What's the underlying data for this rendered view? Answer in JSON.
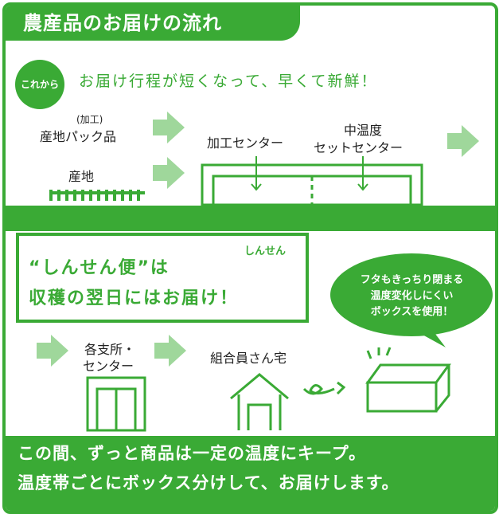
{
  "title": "農産品のお届けの流れ",
  "intro": {
    "badge": "これから",
    "text": "お届け行程が短くなって、早くて新鮮！"
  },
  "top_flow": {
    "processed": "(加工)",
    "pack_product": "産地パック品",
    "origin": "産地",
    "processing_center": "加工センター",
    "medium_temp_1": "中温度",
    "medium_temp_2": "セットセンター"
  },
  "promo": {
    "line1": "“しんせん便”は",
    "line2": "収穫の翌日にはお届け！",
    "logo_text_1": "しんせん",
    "logo_text_2": "便"
  },
  "bubble": {
    "line1": "フタもきっちり閉まる",
    "line2": "温度変化しにくい",
    "line3": "ボックスを使用！"
  },
  "bottom_flow": {
    "branch_1": "各支所・",
    "branch_2": "センター",
    "member_home": "組合員さん宅"
  },
  "footer": {
    "line1": "この間、ずっと商品は一定の温度にキープ。",
    "line2": "温度帯ごとにボックス分けして、お届けします。"
  },
  "colors": {
    "accent": "#3aaa35",
    "arrow": "#9fd79b",
    "text": "#222222"
  }
}
